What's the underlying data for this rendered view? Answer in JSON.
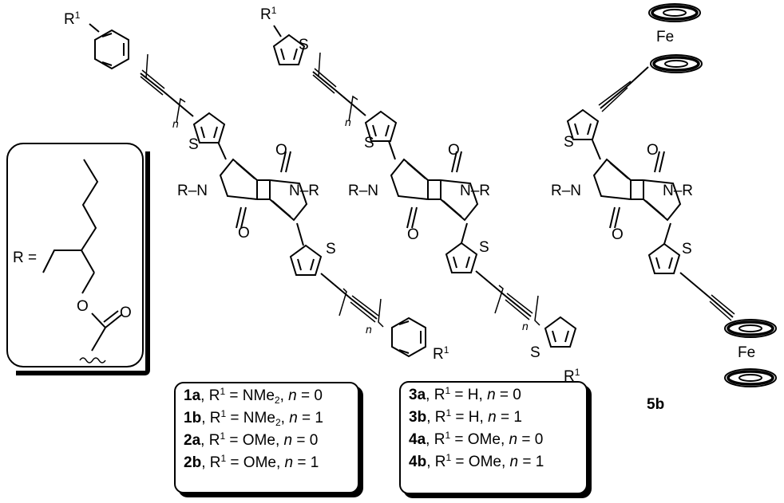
{
  "labels": {
    "r_def": "R =",
    "r1": "R",
    "r1_sup": "1",
    "n": "n",
    "fe": "Fe",
    "s": "S",
    "o": "O",
    "nr": "N–R",
    "rn": "R–N",
    "compound_5b": "5b"
  },
  "legend_left": [
    {
      "id": "1a",
      "r1": "NMe2",
      "n": "0"
    },
    {
      "id": "1b",
      "r1": "NMe2",
      "n": "1"
    },
    {
      "id": "2a",
      "r1": "OMe",
      "n": "0"
    },
    {
      "id": "2b",
      "r1": "OMe",
      "n": "1"
    }
  ],
  "legend_mid": [
    {
      "id": "3a",
      "r1": "H",
      "n": "0"
    },
    {
      "id": "3b",
      "r1": "H",
      "n": "1"
    },
    {
      "id": "4a",
      "r1": "OMe",
      "n": "0"
    },
    {
      "id": "4b",
      "r1": "OMe",
      "n": "1"
    }
  ]
}
